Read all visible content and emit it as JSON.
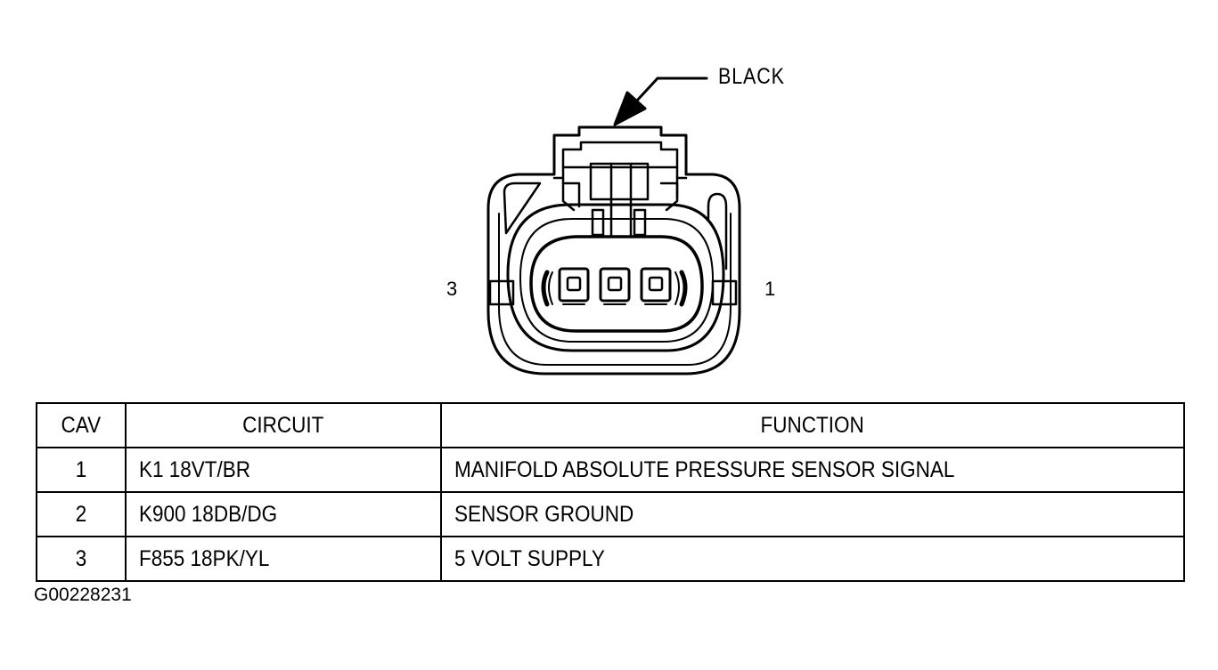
{
  "diagram": {
    "color_label": "BLACK",
    "cavity_left_label": "3",
    "cavity_right_label": "1"
  },
  "table": {
    "headers": [
      "CAV",
      "CIRCUIT",
      "FUNCTION"
    ],
    "rows": [
      {
        "cav": "1",
        "circuit": "K1 18VT/BR",
        "function": "MANIFOLD ABSOLUTE PRESSURE SENSOR SIGNAL"
      },
      {
        "cav": "2",
        "circuit": "K900 18DB/DG",
        "function": "SENSOR GROUND"
      },
      {
        "cav": "3",
        "circuit": "F855 18PK/YL",
        "function": "5 VOLT SUPPLY"
      }
    ]
  },
  "figure_id": "G00228231"
}
